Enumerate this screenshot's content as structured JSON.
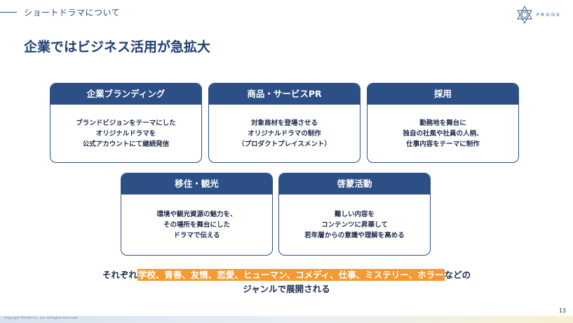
{
  "header": {
    "section_label": "ショートドラマについて",
    "logo_text": "PROOX"
  },
  "page_title": "企業ではビジネス活用が急拡大",
  "cards": [
    {
      "title": "企業ブランディング",
      "body": "ブランドビジョンをテーマにした\nオリジナルドラマを\n公式アカウントにて継続発信"
    },
    {
      "title": "商品・サービスPR",
      "body": "対象商材を登場させる\nオリジナルドラマの制作\n（プロダクトプレイスメント）"
    },
    {
      "title": "採用",
      "body": "勤務地を舞台に\n独自の社風や社員の人柄、\n仕事内容をテーマに制作"
    },
    {
      "title": "移住・観光",
      "body": "環境や観光資源の魅力を、\nその場所を舞台にした\nドラマで伝える"
    },
    {
      "title": "啓蒙活動",
      "body": "難しい内容を\nコンテンツに昇華して\n若年層からの意識や理解を高める"
    }
  ],
  "summary": {
    "prefix": "それぞれ",
    "genres": "学校、青春、友情、恋愛、ヒューマン、コメディ、仕事、ミステリー、ホラー",
    "suffix": "などの",
    "line2": "ジャンルで展開される"
  },
  "footer": {
    "copyright": "Copyright PROOX Co., Ltd. All Rights Reserved.",
    "page_number": "13"
  },
  "colors": {
    "navy": "#2c4f86",
    "highlight": "#f59a32"
  }
}
